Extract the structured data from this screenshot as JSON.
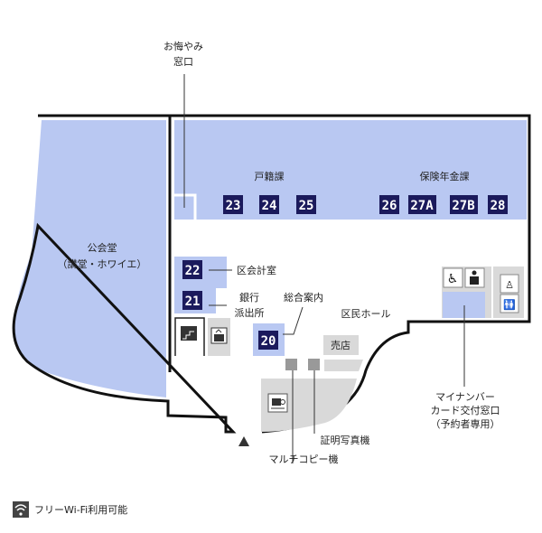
{
  "rooms": {
    "okuyami": [
      "お悔やみ",
      "窓口"
    ],
    "koseki": "戸籍課",
    "hoken": "保険年金課",
    "hall": [
      "公会堂",
      "（講堂・ホワイエ）"
    ],
    "kaikei": "区会計室",
    "bank": [
      "銀行",
      "派出所"
    ],
    "info": "総合案内",
    "kumin_hall": "区民ホール",
    "shop": "売店",
    "photo": "証明写真機",
    "copy": "マルチコピー機",
    "mynumber": [
      "マイナンバー",
      "カード交付窓口",
      "（予約者専用）"
    ]
  },
  "counters": [
    "23",
    "24",
    "25",
    "26",
    "27A",
    "27B",
    "28",
    "22",
    "21",
    "20"
  ],
  "footer": {
    "wifi": "フリーWi-Fi利用可能"
  },
  "colors": {
    "room": "#b9c8f2",
    "counter": "#1b1a5c",
    "facility": "#d9d9d9"
  }
}
